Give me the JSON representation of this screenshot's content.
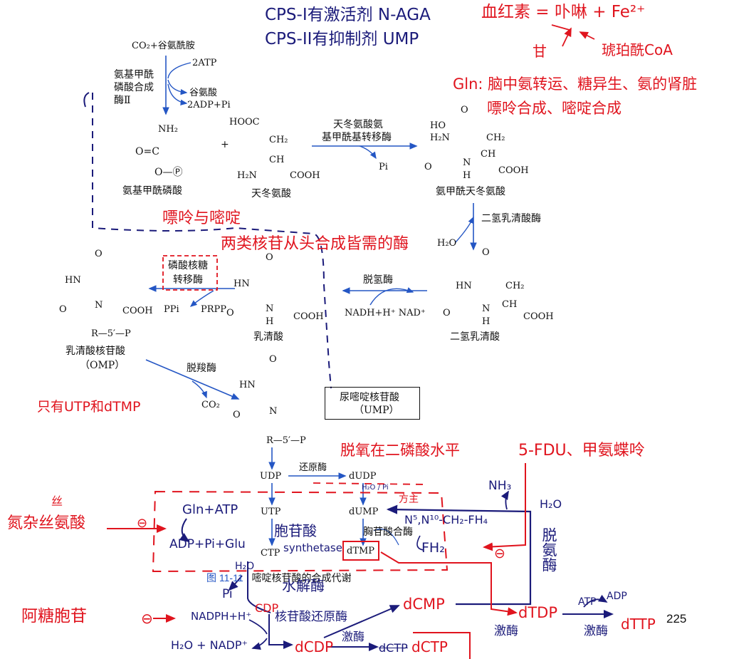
{
  "handwritten_notes": {
    "cps1": "CPS-I有激活剂 N-AGA",
    "cps2": "CPS-II有抑制剂 UMP",
    "heme": "血红素 = 卟啉 + Fe²⁺",
    "gan": "甘",
    "succ": "琥珀酰CoA",
    "gln": "Gln: 脑中氨转运、糖异生、氨的肾脏",
    "gln2": "嘌呤合成、嘧啶合成",
    "purine_pyr": "嘌呤与嘧啶",
    "both_need": "两类核苷从头合成皆需的酶",
    "only": "只有UTP和dTMP",
    "deoxy": "脱氧在二磷酸水平",
    "fdu": "5-FDU、甲氨蝶呤",
    "azaserine_note": "丝",
    "azaserine": "氮杂丝氨酸",
    "gln_atp": "Gln+ATP",
    "adp_pi_glu": "ADP+Pi+Glu",
    "ctp_synthase_cn": "胞苷酸",
    "ctp_synthase_en": "synthetase",
    "h2o": "H₂O",
    "pi": "Pi",
    "hydrolase": "水解酶",
    "arac": "阿糖胞苷",
    "minus": "⊖",
    "nadph": "NADPH+H⁺",
    "cdp": "CDP",
    "h2o_nadp": "H₂O + NADP⁺",
    "rnr": "核苷酸还原酶",
    "dcdp": "dCDP",
    "kinase1": "激酶",
    "dctp_crossed": "dCTP",
    "dctp": "dCTP",
    "dcmp": "dCMP",
    "dtdp": "dTDP",
    "kinase2": "激酶",
    "kinase3": "激酶",
    "atp": "ATP",
    "adp": "ADP",
    "dttp": "dTTP",
    "folate": "N⁵,N¹⁰-CH₂-FH₄",
    "fh2": "FH₂",
    "nh3": "NH₃",
    "h2o_2": "H₂O",
    "deaminase": "脱氨酶",
    "fang": "方主",
    "h2o_pi": "H₂O / Pi",
    "theta": "⊖",
    "page": "225"
  },
  "printed": {
    "co2_gln": "CO₂+谷氨酰胺",
    "atp2": "2ATP",
    "cps2_enzyme_1": "氨基甲酰",
    "cps2_enzyme_2": "磷酸合成",
    "cps2_enzyme_3": "酶Ⅱ",
    "glu": "谷氨酸",
    "adp2_pi": "2ADP+Pi",
    "nh2": "NH₂",
    "cp_c": "O=C",
    "cp_o": "O—Ⓟ",
    "cp_name": "氨基甲酰磷酸",
    "plus": "+",
    "hooc": "HOOC",
    "ch2": "CH₂",
    "ch": "CH",
    "h2n": "H₂N",
    "cooh": "COOH",
    "asp_name": "天冬氨酸",
    "atcase_1": "天冬氨酸氨",
    "atcase_2": "基甲酰基转移酶",
    "pi": "Pi",
    "ca_o": "O",
    "ca_ho": "HO",
    "ca_h2n": "H₂N",
    "ca_ch2": "CH₂",
    "ca_ch": "CH",
    "ca_o2": "O",
    "ca_n": "N",
    "ca_h": "H",
    "ca_cooh": "COOH",
    "ca_name": "氨甲酰天冬氨酸",
    "dhoase": "二氢乳清酸酶",
    "h2o": "H₂O",
    "dho_o": "O",
    "dho_hn": "HN",
    "dho_ch2": "CH₂",
    "dho_o2": "O",
    "dho_n": "N",
    "dho_ch": "CH",
    "dho_h": "H",
    "dho_cooh": "COOH",
    "dho_name": "二氢乳清酸",
    "dhodh": "脱氢酶",
    "nadh": "NADH+H⁺ NAD⁺",
    "oro_o": "O",
    "oro_hn": "HN",
    "oro_o2": "O",
    "oro_n": "N",
    "oro_h": "H",
    "oro_cooh": "COOH",
    "oro_name": "乳清酸",
    "oprt_1": "磷酸核糖",
    "oprt_2": "转移酶",
    "ppi": "PPi",
    "prpp": "PRPP",
    "omp_o": "O",
    "omp_hn": "HN",
    "omp_o2": "O",
    "omp_n": "N",
    "omp_cooh": "COOH",
    "omp_r": "R—5′—P",
    "omp_name": "乳清酸核苷酸",
    "omp_abbr": "（OMP）",
    "odc": "脱羧酶",
    "co2": "CO₂",
    "ump_o": "O",
    "ump_hn": "HN",
    "ump_o2": "O",
    "ump_n": "N",
    "ump_r": "R—5′—P",
    "ump_box_1": "尿嘧啶核苷酸",
    "ump_box_2": "（UMP）",
    "udp": "UDP",
    "reductase": "还原酶",
    "dudp": "dUDP",
    "utp": "UTP",
    "dump": "dUMP",
    "ctp": "CTP",
    "ts": "胸苷酸合酶",
    "dtmp": "dTMP",
    "fig_num": "图 11-11",
    "fig_title": "嘧啶核苷酸的合成代谢"
  }
}
